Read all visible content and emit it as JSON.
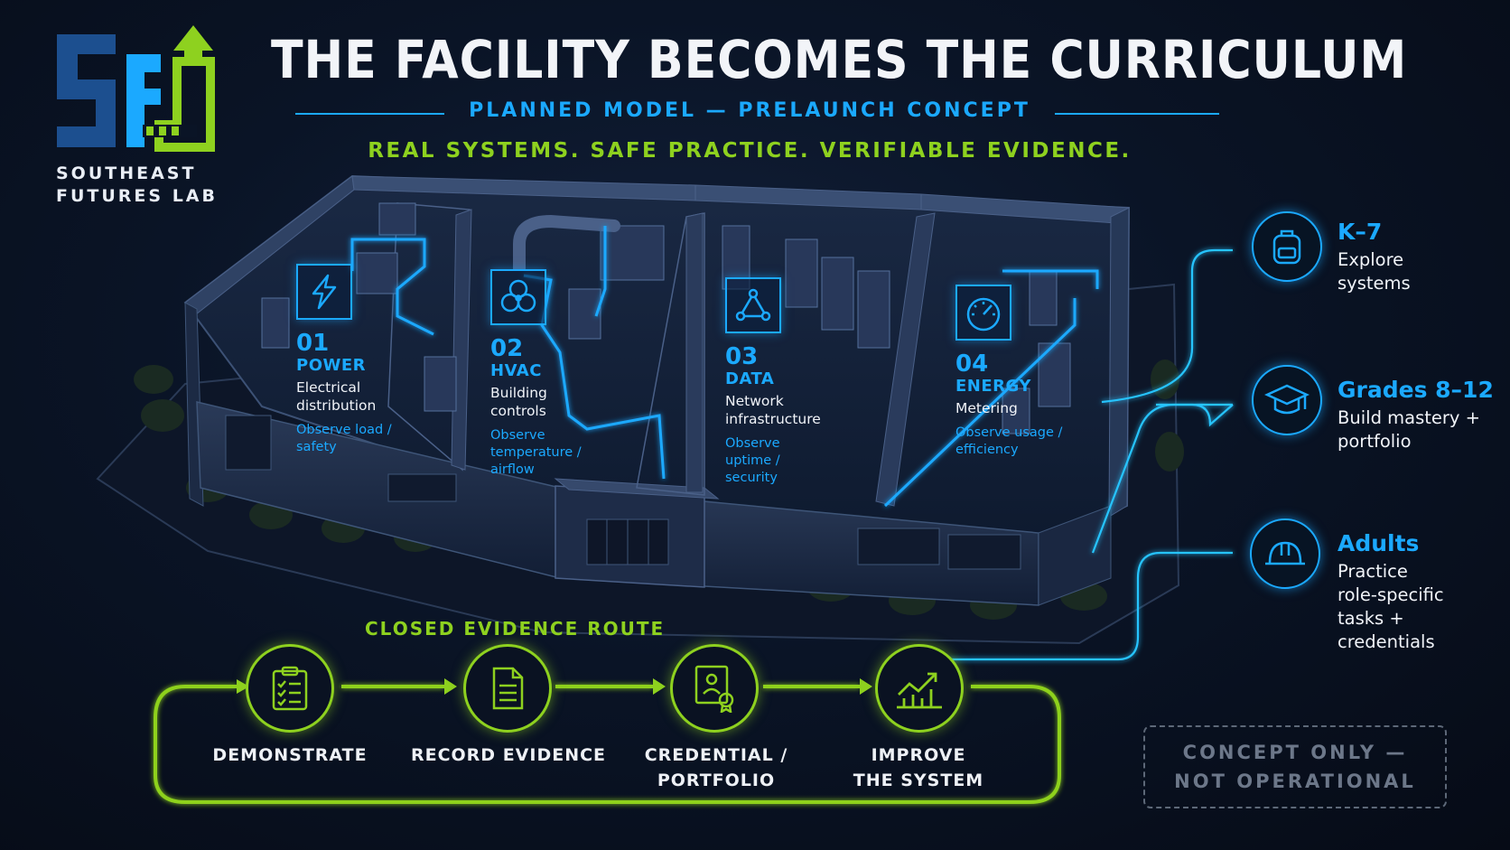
{
  "brand": {
    "logo_letters": "SFL",
    "name_line1": "SOUTHEAST",
    "name_line2": "FUTURES LAB"
  },
  "header": {
    "title": "THE FACILITY BECOMES THE CURRICULUM",
    "subtitle": "PLANNED MODEL — PRELAUNCH CONCEPT",
    "tagline": "REAL SYSTEMS. SAFE PRACTICE. VERIFIABLE EVIDENCE."
  },
  "systems": [
    {
      "num": "01",
      "name": "POWER",
      "desc": [
        "Electrical",
        "distribution"
      ],
      "observe": [
        "Observe load /",
        "safety"
      ],
      "icon": "lightning-icon"
    },
    {
      "num": "02",
      "name": "HVAC",
      "desc": [
        "Building",
        "controls"
      ],
      "observe": [
        "Observe",
        "temperature /",
        "airflow"
      ],
      "icon": "fan-icon"
    },
    {
      "num": "03",
      "name": "DATA",
      "desc": [
        "Network",
        "infrastructure"
      ],
      "observe": [
        "Observe",
        "uptime /",
        "security"
      ],
      "icon": "network-icon"
    },
    {
      "num": "04",
      "name": "ENERGY",
      "desc": [
        "Metering"
      ],
      "observe": [
        "Observe usage /",
        "efficiency"
      ],
      "icon": "gauge-icon"
    }
  ],
  "learner_groups": [
    {
      "title": "K–7",
      "desc": [
        "Explore",
        "systems"
      ],
      "icon": "backpack-icon"
    },
    {
      "title": "Grades 8–12",
      "desc": [
        "Build mastery +",
        "portfolio"
      ],
      "icon": "graduation-cap-icon"
    },
    {
      "title": "Adults",
      "desc": [
        "Practice",
        "role-specific",
        "tasks +",
        "credentials"
      ],
      "icon": "hard-hat-icon"
    }
  ],
  "evidence_route": {
    "title": "CLOSED EVIDENCE ROUTE",
    "steps": [
      {
        "label": "DEMONSTRATE",
        "icon": "clipboard-checklist-icon"
      },
      {
        "label": "RECORD EVIDENCE",
        "icon": "document-icon"
      },
      {
        "label": "CREDENTIAL /\nPORTFOLIO",
        "icon": "certificate-icon"
      },
      {
        "label": "IMPROVE\nTHE SYSTEM",
        "icon": "growth-chart-icon"
      }
    ]
  },
  "notice": {
    "line1": "CONCEPT ONLY —",
    "line2": "NOT OPERATIONAL"
  },
  "colors": {
    "accent_blue": "#1ba9ff",
    "accent_green": "#8ed11f",
    "background": "#070d19"
  }
}
